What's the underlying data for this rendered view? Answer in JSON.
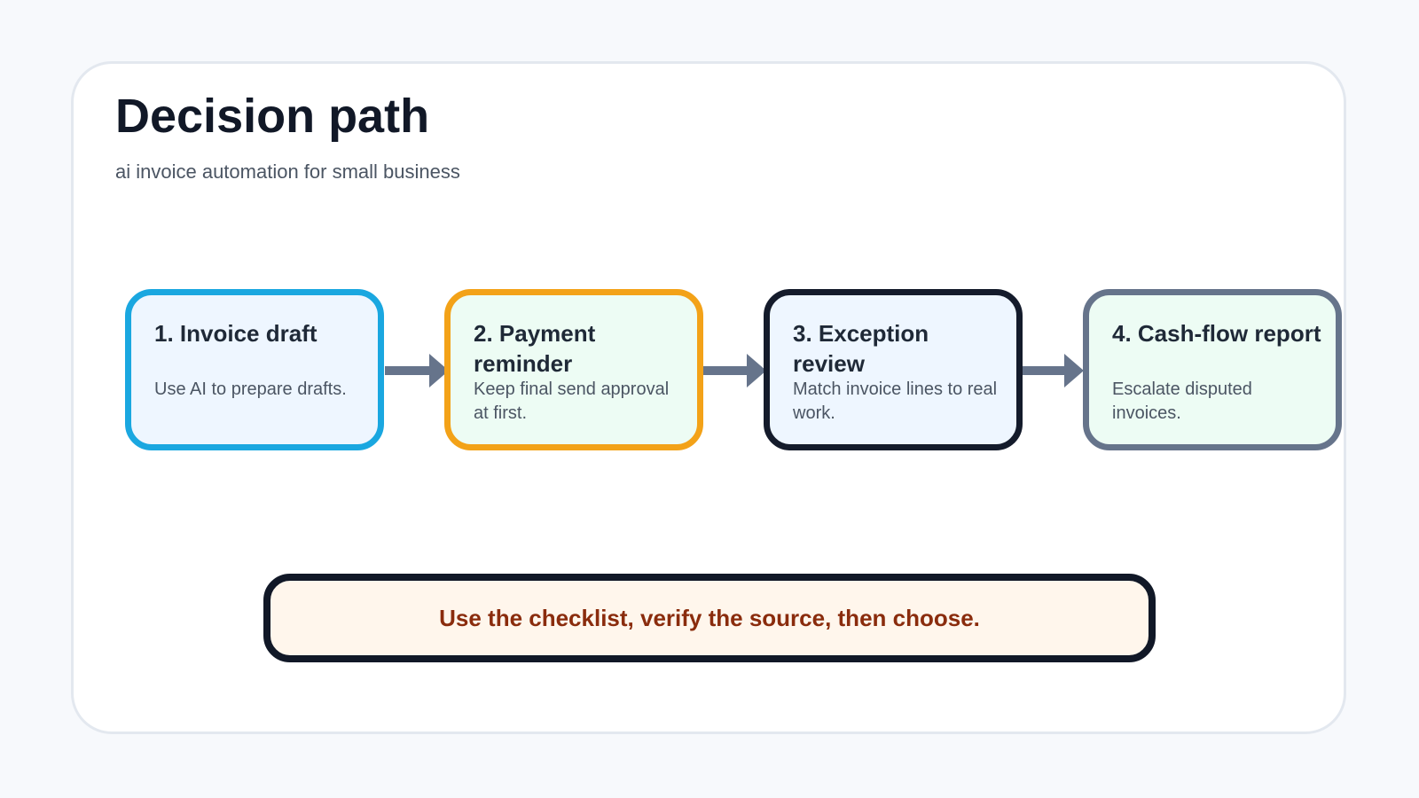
{
  "title": "Decision path",
  "subtitle": "ai invoice automation for small business",
  "steps": [
    {
      "title": "1. Invoice draft",
      "description": "Use AI to prepare drafts.",
      "border_color": "#1aa7e0",
      "fill_color": "#eef6ff"
    },
    {
      "title": "2. Payment reminder",
      "description": "Keep final send approval at first.",
      "border_color": "#f3a218",
      "fill_color": "#edfcf4"
    },
    {
      "title": "3. Exception review",
      "description": "Match invoice lines to real work.",
      "border_color": "#141b2b",
      "fill_color": "#eef6ff"
    },
    {
      "title": "4. Cash-flow report",
      "description": "Escalate disputed invoices.",
      "border_color": "#66748b",
      "fill_color": "#edfcf4"
    }
  ],
  "connector_color": "#66748b",
  "callout": {
    "text": "Use the checklist, verify the source, then choose."
  }
}
